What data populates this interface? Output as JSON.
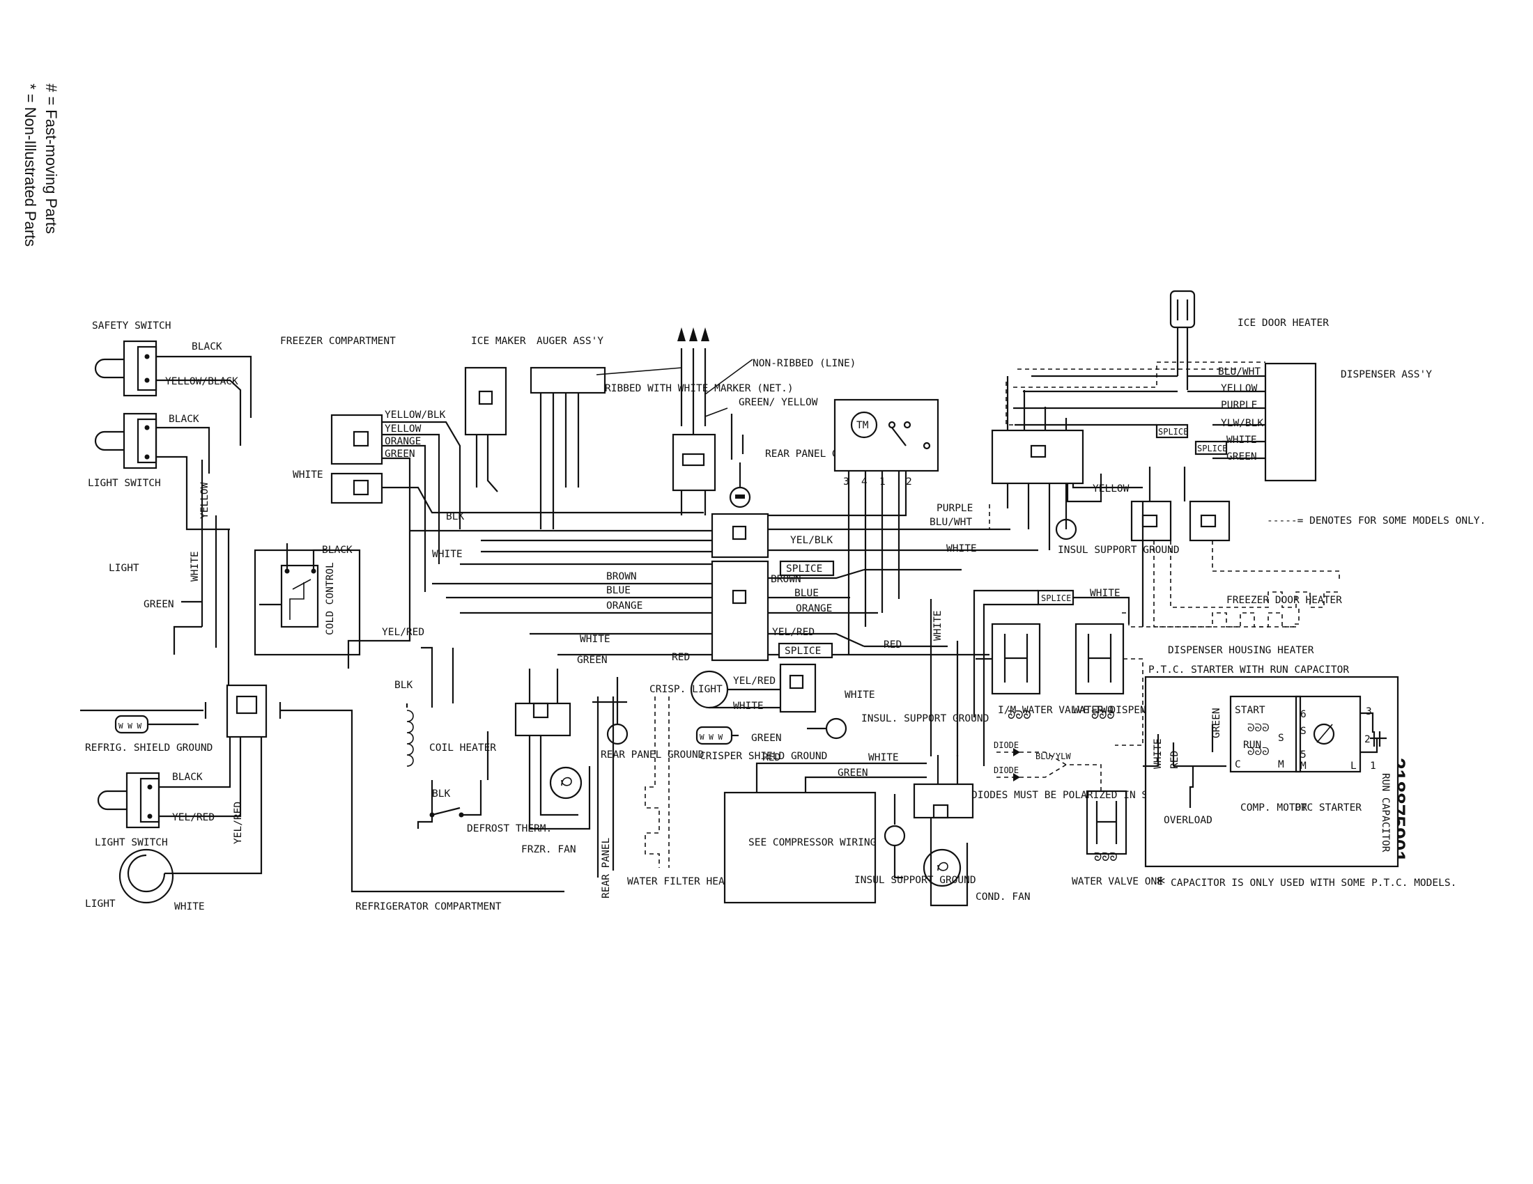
{
  "legend": {
    "fast_moving": "# = Fast-moving Parts",
    "non_illustrated": "* = Non-Illustrated Parts"
  },
  "part_number": "218875901",
  "asterisk": "*",
  "labels": {
    "safety_switch": "SAFETY SWITCH",
    "black_1": "BLACK",
    "freezer_compartment": "FREEZER COMPARTMENT",
    "yellow_black": "YELLOW/BLACK",
    "black_2": "BLACK",
    "light_switch_1": "LIGHT SWITCH",
    "yellow_v": "YELLOW",
    "white_v1": "WHITE",
    "light_1": "LIGHT",
    "green_1": "GREEN",
    "black_3": "BLACK",
    "cold_control": "COLD CONTROL",
    "yel_red_1": "YEL/RED",
    "refrig_shield_ground": "REFRIG. SHIELD GROUND",
    "black_4": "BLACK",
    "yel_red_2": "YEL/RED",
    "yel_red_v": "YEL/RED",
    "light_switch_2": "LIGHT SWITCH",
    "light_2": "LIGHT",
    "white_bottom": "WHITE",
    "refrigerator_compartment": "REFRIGERATOR COMPARTMENT",
    "ice_maker": "ICE MAKER",
    "auger_assy": "AUGER ASS'Y",
    "yellow_blk": "YELLOW/BLK",
    "yellow_2": "YELLOW",
    "orange_1": "ORANGE",
    "green_2": "GREEN",
    "white_1": "WHITE",
    "blk_1": "BLK",
    "white_2": "WHITE",
    "blk_2": "BLK",
    "coil_heater": "COIL HEATER",
    "blk_3": "BLK",
    "defrost_therm": "DEFROST THERM.",
    "ribbed": "RIBBED WITH WHITE MARKER (NET.)",
    "non_ribbed": "NON-RIBBED (LINE)",
    "green_yellow": "GREEN/ YELLOW",
    "rear_panel_ground_1": "REAR PANEL GROUND",
    "brown_1": "BROWN",
    "blue_1": "BLUE",
    "orange_2": "ORANGE",
    "white_3": "WHITE",
    "green_3": "GREEN",
    "red_1": "RED",
    "frzr_fan": "FRZR. FAN",
    "rear_panel_ground_2": "REAR PANEL GROUND",
    "rear_panel": "REAR PANEL",
    "crisp_light": "CRISP. LIGHT",
    "water_filter_heater": "WATER FILTER HEATER",
    "tm": "TM",
    "timer_pins": [
      "3",
      "4",
      "1",
      "2"
    ],
    "purple_1": "PURPLE",
    "blu_wht_1": "BLU/WHT",
    "yel_blk_1": "YEL/BLK",
    "white_4": "WHITE",
    "splice_1": "SPLICE",
    "brown_2": "BROWN",
    "blue_2": "BLUE",
    "orange_3": "ORANGE",
    "yel_red_3": "YEL/RED",
    "splice_2": "SPLICE",
    "red_2": "RED",
    "yel_red_4": "YEL/RED",
    "white_5": "WHITE",
    "white_6": "WHITE",
    "insul_support_ground_1": "INSUL. SUPPORT GROUND",
    "crisper_shield_ground": "CRISPER SHIELD GROUND",
    "green_4": "GREEN",
    "red_3": "RED",
    "white_7": "WHITE",
    "green_5": "GREEN",
    "see_compressor_wiring": "SEE COMPRESSOR WIRING",
    "insul_support_ground_2": "INSUL SUPPORT GROUND",
    "cond_fan": "COND. FAN",
    "white_v2": "WHITE",
    "insul_support_ground_3": "INSUL SUPPORT GROUND",
    "yellow_3": "YELLOW",
    "splice_3": "SPLICE",
    "white_8": "WHITE",
    "im_water_valve_two": "I/M WATER VALVE TWO",
    "water_dispenser_valve_two": "WATER DISPENSER VALVE TWO",
    "diode_1": "DIODE",
    "diode_2": "DIODE",
    "blu_ylw": "BLU/YLW",
    "diodes_note": "DIODES MUST BE POLARIZED IN SAME DIRECTION",
    "water_valve_one": "WATER VALVE ONE",
    "ice_door_heater": "ICE DOOR HEATER",
    "dispenser_assy": "DISPENSER ASS'Y",
    "blu_wht_2": "BLU/WHT",
    "yellow_4": "YELLOW",
    "purple_2": "PURPLE",
    "ylw_blk": "YLW/BLK",
    "splice_4": "SPLICE",
    "white_9": "WHITE",
    "splice_5": "SPLICE",
    "green_6": "GREEN",
    "denotes_note": "-----= DENOTES FOR SOME MODELS ONLY.",
    "freezer_door_heater": "FREEZER DOOR HEATER",
    "dispenser_housing_heater": "DISPENSER HOUSING HEATER",
    "ptc_title": "P.T.C. STARTER WITH RUN CAPACITOR",
    "white_ptc": "WHITE",
    "red_ptc": "RED",
    "green_ptc": "GREEN",
    "start": "START",
    "s_1": "S",
    "run": "RUN",
    "c": "C",
    "m_1": "M",
    "pin_6": "6",
    "s_2": "S",
    "pin_3": "3",
    "pin_2": "2",
    "pin_5": "5",
    "m_2": "M",
    "l": "L",
    "pin_1": "1",
    "overload": "OVERLOAD",
    "comp_motor": "COMP. MOTOR",
    "ptc_starter": "PTC STARTER",
    "run_capacitor": "RUN CAPACITOR",
    "capacitor_note": "CAPACITOR IS ONLY USED WITH SOME P.T.C. MODELS."
  }
}
